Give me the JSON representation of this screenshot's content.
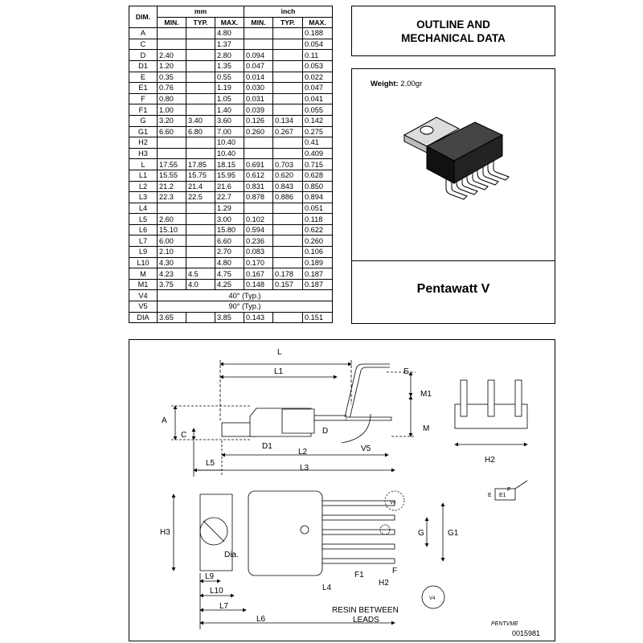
{
  "table": {
    "header": {
      "dim": "DIM.",
      "mm": "mm",
      "inch": "inch",
      "min": "MIN.",
      "typ": "TYP.",
      "max": "MAX."
    },
    "rows": [
      {
        "dim": "A",
        "mm": [
          "",
          "",
          "4.80"
        ],
        "inch": [
          "",
          "",
          "0.188"
        ]
      },
      {
        "dim": "C",
        "mm": [
          "",
          "",
          "1.37"
        ],
        "inch": [
          "",
          "",
          "0.054"
        ]
      },
      {
        "dim": "D",
        "mm": [
          "2.40",
          "",
          "2.80"
        ],
        "inch": [
          "0.094",
          "",
          "0.11"
        ]
      },
      {
        "dim": "D1",
        "mm": [
          "1.20",
          "",
          "1.35"
        ],
        "inch": [
          "0.047",
          "",
          "0.053"
        ]
      },
      {
        "dim": "E",
        "mm": [
          "0.35",
          "",
          "0.55"
        ],
        "inch": [
          "0.014",
          "",
          "0.022"
        ]
      },
      {
        "dim": "E1",
        "mm": [
          "0.76",
          "",
          "1.19"
        ],
        "inch": [
          "0.030",
          "",
          "0.047"
        ]
      },
      {
        "dim": "F",
        "mm": [
          "0.80",
          "",
          "1.05"
        ],
        "inch": [
          "0.031",
          "",
          "0.041"
        ]
      },
      {
        "dim": "F1",
        "mm": [
          "1.00",
          "",
          "1.40"
        ],
        "inch": [
          "0.039",
          "",
          "0.055"
        ]
      },
      {
        "dim": "G",
        "mm": [
          "3.20",
          "3.40",
          "3.60"
        ],
        "inch": [
          "0.126",
          "0.134",
          "0.142"
        ]
      },
      {
        "dim": "G1",
        "mm": [
          "6.60",
          "6.80",
          "7.00"
        ],
        "inch": [
          "0.260",
          "0.267",
          "0.275"
        ]
      },
      {
        "dim": "H2",
        "mm": [
          "",
          "",
          "10.40"
        ],
        "inch": [
          "",
          "",
          "0.41"
        ]
      },
      {
        "dim": "H3",
        "mm": [
          "",
          "",
          "10.40"
        ],
        "inch": [
          "",
          "",
          "0.409"
        ]
      },
      {
        "dim": "L",
        "mm": [
          "17.55",
          "17.85",
          "18.15"
        ],
        "inch": [
          "0.691",
          "0.703",
          "0.715"
        ]
      },
      {
        "dim": "L1",
        "mm": [
          "15.55",
          "15.75",
          "15.95"
        ],
        "inch": [
          "0.612",
          "0.620",
          "0.628"
        ]
      },
      {
        "dim": "L2",
        "mm": [
          "21.2",
          "21.4",
          "21.6"
        ],
        "inch": [
          "0.831",
          "0.843",
          "0.850"
        ]
      },
      {
        "dim": "L3",
        "mm": [
          "22.3",
          "22.5",
          "22.7"
        ],
        "inch": [
          "0.878",
          "0.886",
          "0.894"
        ]
      },
      {
        "dim": "L4",
        "mm": [
          "",
          "",
          "1.29"
        ],
        "inch": [
          "",
          "",
          "0.051"
        ]
      },
      {
        "dim": "L5",
        "mm": [
          "2.60",
          "",
          "3.00"
        ],
        "inch": [
          "0.102",
          "",
          "0.118"
        ]
      },
      {
        "dim": "L6",
        "mm": [
          "15.10",
          "",
          "15.80"
        ],
        "inch": [
          "0.594",
          "",
          "0.622"
        ]
      },
      {
        "dim": "L7",
        "mm": [
          "6.00",
          "",
          "6.60"
        ],
        "inch": [
          "0.236",
          "",
          "0.260"
        ]
      },
      {
        "dim": "L9",
        "mm": [
          "2.10",
          "",
          "2.70"
        ],
        "inch": [
          "0.083",
          "",
          "0.106"
        ]
      },
      {
        "dim": "L10",
        "mm": [
          "4.30",
          "",
          "4.80"
        ],
        "inch": [
          "0.170",
          "",
          "0.189"
        ]
      },
      {
        "dim": "M",
        "mm": [
          "4.23",
          "4.5",
          "4.75"
        ],
        "inch": [
          "0.167",
          "0.178",
          "0.187"
        ]
      },
      {
        "dim": "M1",
        "mm": [
          "3.75",
          "4.0",
          "4.25"
        ],
        "inch": [
          "0.148",
          "0.157",
          "0.187"
        ]
      },
      {
        "dim": "V4",
        "span": "40° (Typ.)"
      },
      {
        "dim": "V5",
        "span": "90° (Typ.)"
      },
      {
        "dim": "DIA",
        "mm": [
          "3.65",
          "",
          "3.85"
        ],
        "inch": [
          "0.143",
          "",
          "0.151"
        ]
      }
    ]
  },
  "outline": {
    "line1": "OUTLINE AND",
    "line2": "MECHANICAL DATA"
  },
  "package": {
    "weight_label": "Weight:",
    "weight_value": "2.00gr",
    "name": "Pentawatt V"
  },
  "drawing": {
    "labels": {
      "L": "L",
      "L1": "L1",
      "L2": "L2",
      "L3": "L3",
      "L4": "L4",
      "L5": "L5",
      "L6": "L6",
      "L7": "L7",
      "L9": "L9",
      "L10": "L10",
      "A": "A",
      "C": "C",
      "D": "D",
      "D1": "D1",
      "E": "E",
      "E1": "E1",
      "F": "F",
      "F1": "F1",
      "G": "G",
      "G1": "G1",
      "H2": "H2",
      "H3": "H3",
      "M": "M",
      "M1": "M1",
      "V4": "V4",
      "V5": "V5",
      "Dia": "Dia."
    },
    "resin_line1": "RESIN BETWEEN",
    "resin_line2": "LEADS",
    "ref_name": "PENTVME",
    "ref_code": "0015981"
  }
}
